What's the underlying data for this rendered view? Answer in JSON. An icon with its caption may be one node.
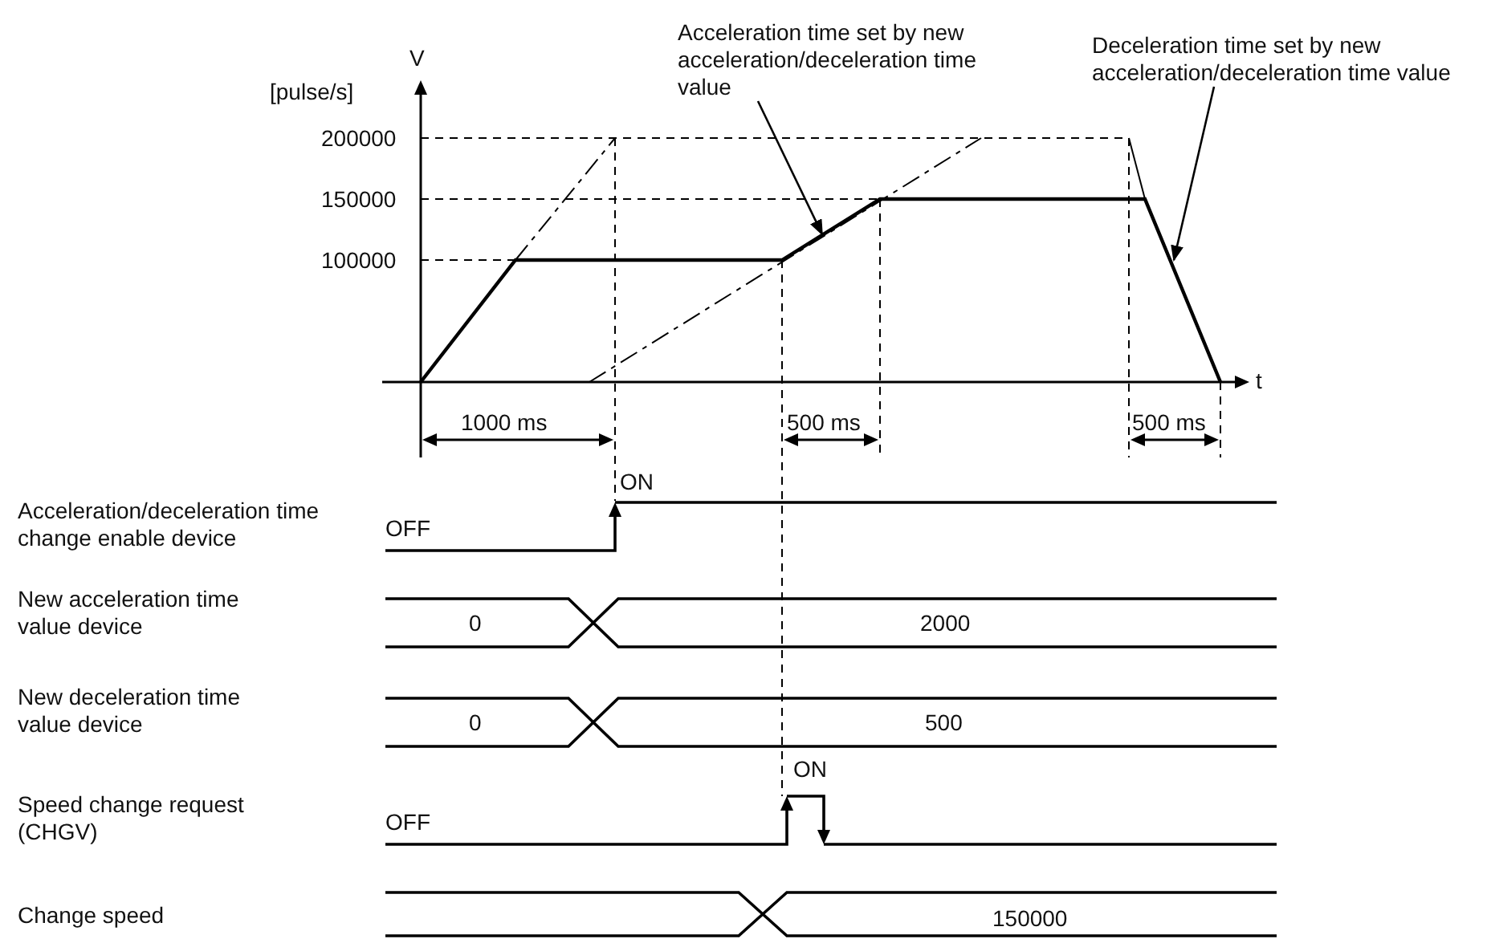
{
  "diagram": {
    "nodes": [
      {
        "text": [
          "Acceleration time set by new acceleration/deceleration time value"
        ]
      },
      {
        "text": [
          "Deceleration time set by new acceleration/deceleration time value"
        ]
      }
    ],
    "edges": [
      {
        "from": 0,
        "to": null,
        "arrow": "to"
      },
      {
        "from": 1,
        "to": null,
        "arrow": "to"
      }
    ],
    "labels": [
      "V",
      "[pulse/s]",
      "200000",
      "150000",
      "100000",
      "t",
      "1000 ms",
      "500 ms",
      "500 ms",
      "ON",
      "Acceleration/deceleration time change enable device",
      "OFF",
      "New acceleration time value device",
      "0",
      "2000",
      "New deceleration time value device",
      "0",
      "500",
      "ON",
      "Speed change request (CHGV)",
      "OFF",
      "Change speed",
      "150000"
    ]
  }
}
